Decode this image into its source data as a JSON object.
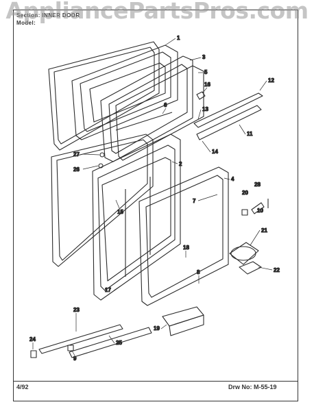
{
  "watermark": "AppliancePartsPros.com",
  "header": {
    "section_label": "Section:",
    "section_value": "INNER DOOR",
    "model_label": "Model:"
  },
  "footer": {
    "date": "4/92",
    "drawing_no": "Drw No: M-55-19"
  },
  "callouts": {
    "p1": "1",
    "p2": "2",
    "p3": "3",
    "p4": "4",
    "p5": "5",
    "p6": "6",
    "p7": "7",
    "p8": "8",
    "p9": "9",
    "p10": "10",
    "p11": "11",
    "p12": "12",
    "p13": "13",
    "p14": "14",
    "p15": "15",
    "p16": "16",
    "p17": "17",
    "p18": "18",
    "p19": "19",
    "p20": "20",
    "p21": "21",
    "p22": "22",
    "p23": "23",
    "p24": "24",
    "p25": "25",
    "p26": "26",
    "p27": "27",
    "p28": "28"
  }
}
